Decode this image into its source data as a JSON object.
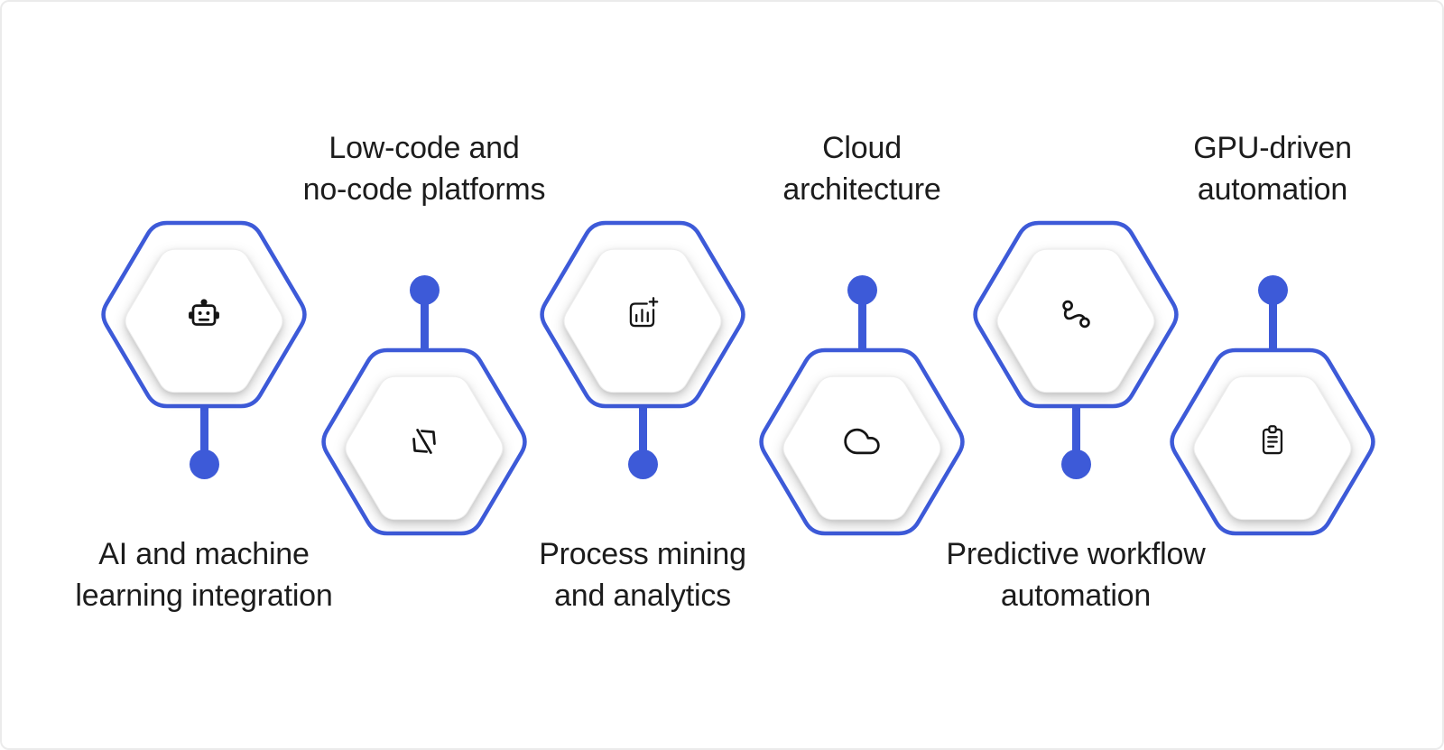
{
  "theme": {
    "accent_blue": "#3d5ad8",
    "icon_color": "#151515",
    "text_color": "#1c1c1c",
    "hexagon_fill": "#ffffff",
    "background": "#ffffff"
  },
  "diagram": {
    "type": "hexagon-feature-row",
    "items": [
      {
        "label": "AI and machine learning integration",
        "label_lines": [
          "AI and machine",
          "learning integration"
        ],
        "icon": "robot-icon",
        "variant": "hexagon-top-label-below"
      },
      {
        "label": "Low-code and no-code platforms",
        "label_lines": [
          "Low-code and",
          "no-code platforms"
        ],
        "icon": "code-brackets-icon",
        "variant": "label-top-hexagon-below"
      },
      {
        "label": "Process mining and analytics",
        "label_lines": [
          "Process mining",
          "and analytics"
        ],
        "icon": "bar-chart-plus-icon",
        "variant": "hexagon-top-label-below"
      },
      {
        "label": "Cloud architecture",
        "label_lines": [
          "Cloud",
          "architecture"
        ],
        "icon": "cloud-icon",
        "variant": "label-top-hexagon-below"
      },
      {
        "label": "Predictive workflow automation",
        "label_lines": [
          "Predictive workflow",
          "automation"
        ],
        "icon": "workflow-route-icon",
        "variant": "hexagon-top-label-below"
      },
      {
        "label": "GPU-driven automation",
        "label_lines": [
          "GPU-driven",
          "automation"
        ],
        "icon": "clipboard-list-icon",
        "variant": "label-top-hexagon-below"
      }
    ]
  }
}
